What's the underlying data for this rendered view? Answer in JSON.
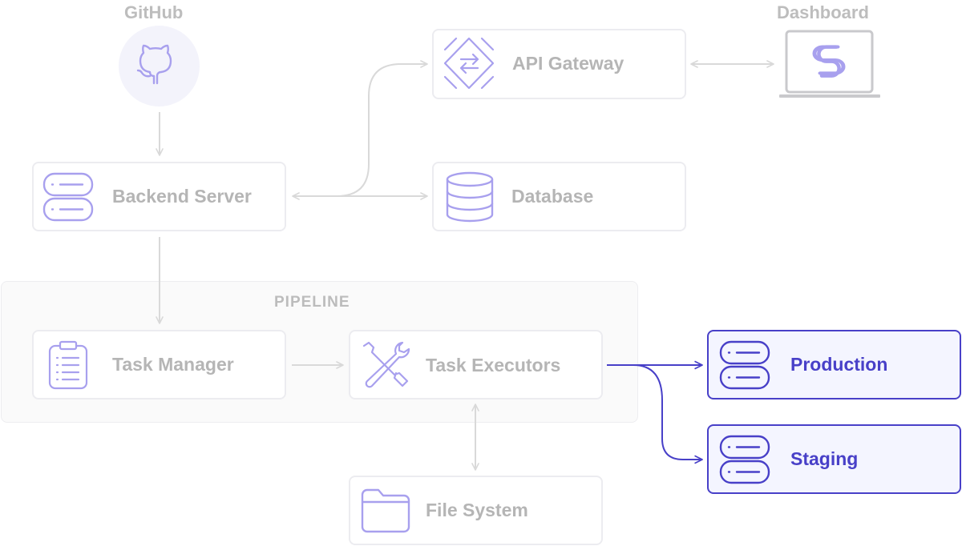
{
  "colors": {
    "line_muted": "#d9d9d9",
    "line_active": "#4840c8",
    "icon_purple": "#a8a0ee",
    "label_muted": "#b5b5b5",
    "active_border": "#4840c8",
    "active_fill": "#f4f5ff"
  },
  "sources": {
    "github": {
      "label": "GitHub",
      "icon": "github-octocat-icon"
    },
    "dashboard": {
      "label": "Dashboard",
      "icon": "laptop-icon"
    }
  },
  "nodes": {
    "api_gateway": {
      "label": "API Gateway",
      "icon": "gateway-icon"
    },
    "backend_server": {
      "label": "Backend Server",
      "icon": "server-icon"
    },
    "database": {
      "label": "Database",
      "icon": "database-icon"
    },
    "task_manager": {
      "label": "Task Manager",
      "icon": "clipboard-icon"
    },
    "task_executors": {
      "label": "Task Executors",
      "icon": "tools-icon"
    },
    "file_system": {
      "label": "File System",
      "icon": "folder-icon"
    },
    "production": {
      "label": "Production",
      "icon": "server-icon",
      "highlighted": true
    },
    "staging": {
      "label": "Staging",
      "icon": "server-icon",
      "highlighted": true
    }
  },
  "pipeline": {
    "label": "PIPELINE"
  }
}
